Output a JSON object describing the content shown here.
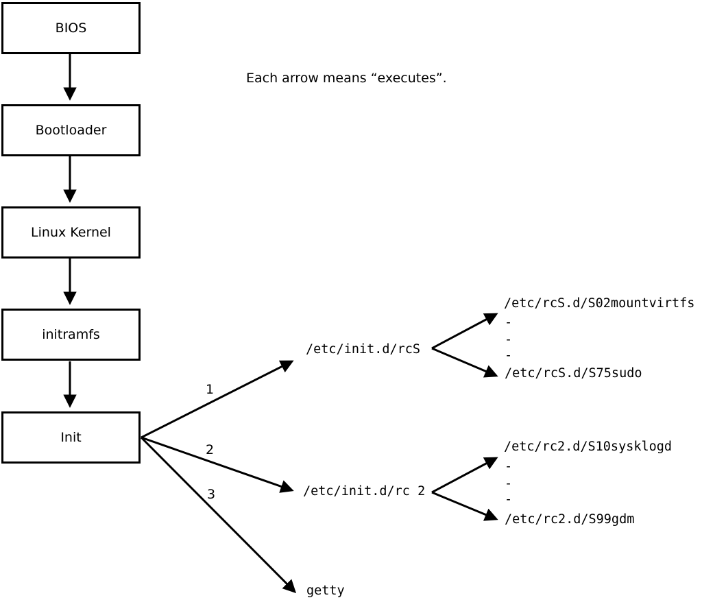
{
  "note": "Each arrow means “executes”.",
  "flow_boxes": [
    "BIOS",
    "Bootloader",
    "Linux Kernel",
    "initramfs",
    "Init"
  ],
  "branches": [
    {
      "number": "1",
      "target": "/etc/init.d/rcS",
      "scripts": [
        "/etc/rcS.d/S02mountvirtfs",
        "-",
        "-",
        "-",
        "/etc/rcS.d/S75sudo"
      ]
    },
    {
      "number": "2",
      "target": "/etc/init.d/rc 2",
      "scripts": [
        "/etc/rc2.d/S10sysklogd",
        "-",
        "-",
        "-",
        "/etc/rc2.d/S99gdm"
      ]
    },
    {
      "number": "3",
      "target": "getty"
    }
  ],
  "colors": {
    "line": "#000000",
    "background": "#ffffff",
    "text": "#000000"
  }
}
